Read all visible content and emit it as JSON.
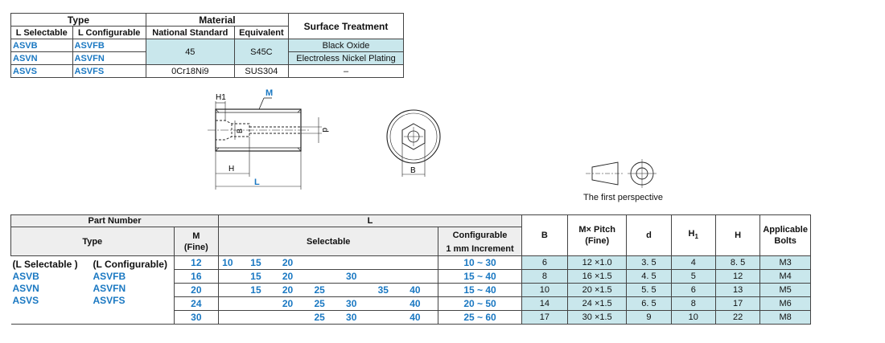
{
  "material_table": {
    "headers": {
      "type": "Type",
      "material": "Material",
      "surface": "Surface Treatment",
      "l_selectable": "L Selectable",
      "l_configurable": "L Configurable",
      "national": "National Standard",
      "equivalent": "Equivalent"
    },
    "rows": [
      {
        "sel": "ASVB",
        "cfg": "ASVFB",
        "surface": "Black Oxide"
      },
      {
        "sel": "ASVN",
        "cfg": "ASVFN",
        "surface": "Electroless Nickel Plating"
      },
      {
        "sel": "ASVS",
        "cfg": "ASVFS",
        "national": "0Cr18Ni9",
        "equivalent": "SUS304",
        "surface": "–"
      }
    ],
    "merged_national": "45",
    "merged_equivalent": "S45C"
  },
  "drawing": {
    "labels": {
      "H1": "H1",
      "M": "M",
      "B": "B",
      "d": "d",
      "H": "H",
      "L": "L",
      "B_end": "B"
    },
    "perspective": "The first perspective"
  },
  "parts_table": {
    "headers": {
      "part_number": "Part Number",
      "L": "L",
      "type": "Type",
      "M": "M",
      "M_sub": "(Fine)",
      "selectable": "Selectable",
      "configurable": "Configurable",
      "configurable_sub": "1 mm Increment",
      "B": "B",
      "pitch": "M× Pitch",
      "pitch_sub": "(Fine)",
      "d": "d",
      "H1": "H",
      "H1_sub": "1",
      "H": "H",
      "bolts": "Applicable",
      "bolts_sub": "Bolts"
    },
    "type_labels": {
      "sel": "(L Selectable )",
      "cfg": "(L Configurable)"
    },
    "type_codes": [
      [
        "ASVB",
        "ASVFB"
      ],
      [
        "ASVN",
        "ASVFN"
      ],
      [
        "ASVS",
        "ASVFS"
      ]
    ],
    "rows": [
      {
        "M": "12",
        "sel": [
          "10",
          "15",
          "20",
          "",
          "",
          "",
          ""
        ],
        "cfg": "10 ~ 30",
        "B": "6",
        "pitch": "12 ×1.0",
        "d": "3. 5",
        "H1": "4",
        "H": "8. 5",
        "bolt": "M3"
      },
      {
        "M": "16",
        "sel": [
          "",
          "15",
          "20",
          "",
          "30",
          "",
          ""
        ],
        "cfg": "15 ~ 40",
        "B": "8",
        "pitch": "16 ×1.5",
        "d": "4. 5",
        "H1": "5",
        "H": "12",
        "bolt": "M4"
      },
      {
        "M": "20",
        "sel": [
          "",
          "15",
          "20",
          "25",
          "",
          "35",
          "40"
        ],
        "cfg": "15 ~ 40",
        "B": "10",
        "pitch": "20 ×1.5",
        "d": "5. 5",
        "H1": "6",
        "H": "13",
        "bolt": "M5"
      },
      {
        "M": "24",
        "sel": [
          "",
          "",
          "20",
          "25",
          "30",
          "",
          "40"
        ],
        "cfg": "20 ~ 50",
        "B": "14",
        "pitch": "24 ×1.5",
        "d": "6. 5",
        "H1": "8",
        "H": "17",
        "bolt": "M6"
      },
      {
        "M": "30",
        "sel": [
          "",
          "",
          "",
          "25",
          "30",
          "",
          "40"
        ],
        "cfg": "25 ~ 60",
        "B": "17",
        "pitch": "30 ×1.5",
        "d": "9",
        "H1": "10",
        "H": "22",
        "bolt": "M8"
      }
    ]
  }
}
